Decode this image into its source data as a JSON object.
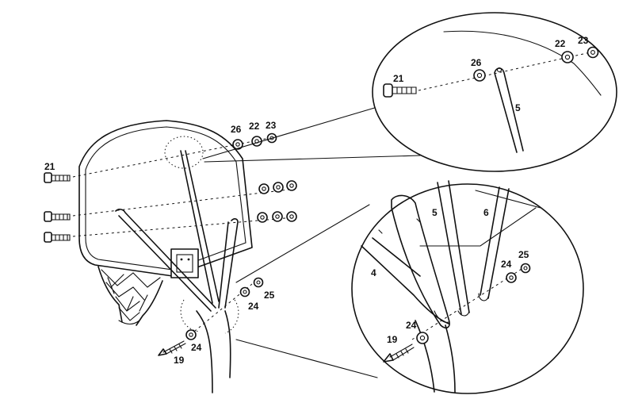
{
  "diagram": {
    "labels": {
      "main_26": "26",
      "main_22": "22",
      "main_23": "23",
      "main_21": "21",
      "main_24a": "24",
      "main_25": "25",
      "main_24b": "24",
      "main_19": "19",
      "top_21": "21",
      "top_26": "26",
      "top_22": "22",
      "top_23": "23",
      "top_5": "5",
      "bot_4": "4",
      "bot_5": "5",
      "bot_6": "6",
      "bot_24a": "24",
      "bot_25": "25",
      "bot_24b": "24",
      "bot_19": "19"
    }
  }
}
